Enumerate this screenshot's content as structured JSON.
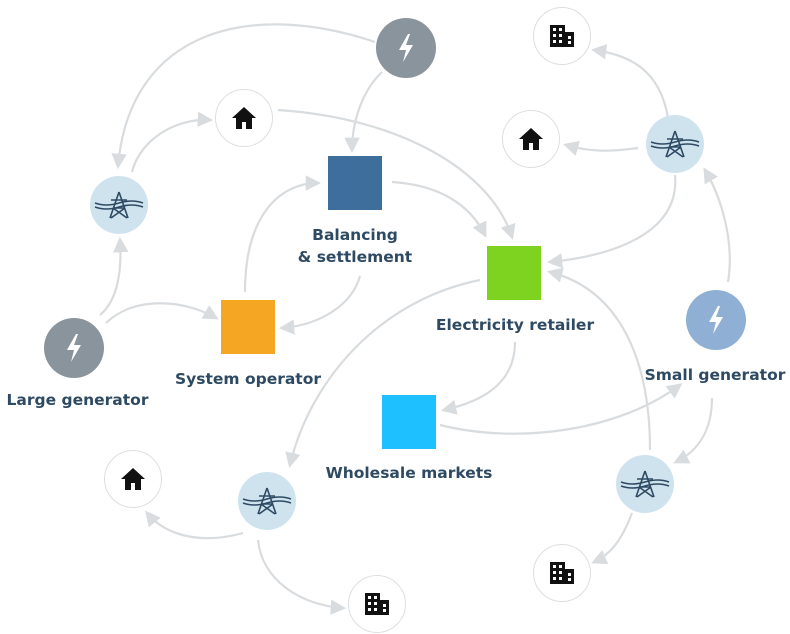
{
  "colors": {
    "balancing_settlement": "#3e6e9c",
    "electricity_retailer": "#7ed321",
    "system_operator": "#f5a623",
    "wholesale_markets": "#1ec0ff",
    "label_text": "#2e4a63",
    "flow_line": "#d9dcdf"
  },
  "actors": {
    "balancing": {
      "label": "Balancing\n& settlement"
    },
    "retailer": {
      "label": "Electricity retailer"
    },
    "operator": {
      "label": "System operator"
    },
    "wholesale": {
      "label": "Wholesale markets"
    },
    "large_generator": {
      "label": "Large generator",
      "icon": "lightning-icon"
    },
    "small_generator": {
      "label": "Small generator",
      "icon": "lightning-icon"
    }
  },
  "generators": [
    {
      "id": "gen-top",
      "icon": "lightning-icon"
    },
    {
      "id": "gen-large",
      "icon": "lightning-icon"
    },
    {
      "id": "gen-small",
      "icon": "lightning-icon"
    }
  ],
  "substations": [
    {
      "id": "sub-left",
      "icon": "pylon-icon"
    },
    {
      "id": "sub-right-top",
      "icon": "pylon-icon"
    },
    {
      "id": "sub-bottom-mid",
      "icon": "pylon-icon"
    },
    {
      "id": "sub-bottom-right",
      "icon": "pylon-icon"
    }
  ],
  "consumers": [
    {
      "id": "house-top",
      "icon": "house-icon"
    },
    {
      "id": "building-top-right",
      "icon": "building-icon"
    },
    {
      "id": "house-right",
      "icon": "house-icon"
    },
    {
      "id": "house-bottom-left",
      "icon": "house-icon"
    },
    {
      "id": "building-bottom-mid",
      "icon": "building-icon"
    },
    {
      "id": "building-bottom-right",
      "icon": "building-icon"
    }
  ]
}
